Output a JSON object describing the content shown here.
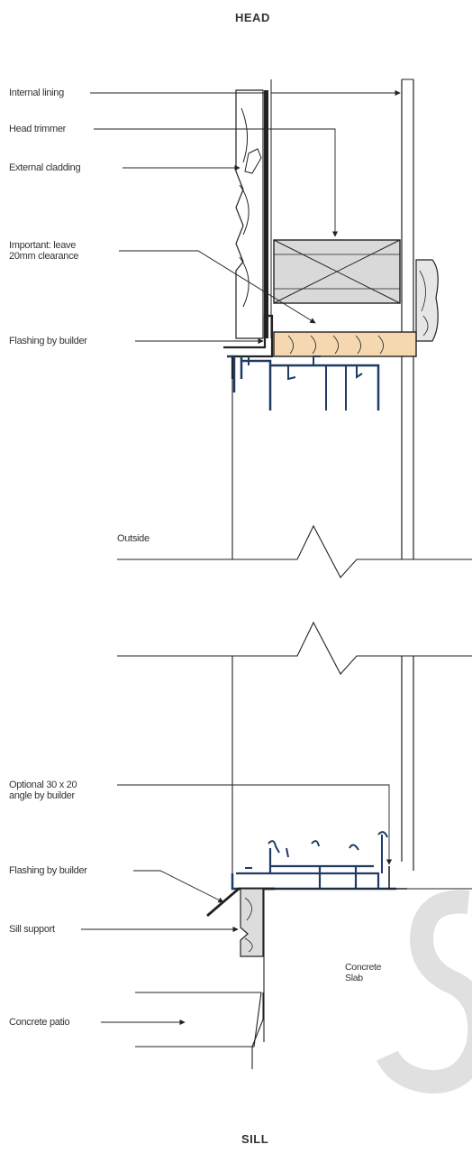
{
  "head_title": "HEAD",
  "sill_title": "SILL",
  "labels": {
    "internal_lining": "Internal lining",
    "head_trimmer": "Head trimmer",
    "external_cladding": "External cladding",
    "important": "Important: leave\n20mm clearance",
    "flashing_head": "Flashing by builder",
    "outside": "Outside",
    "optional_angle": "Optional 30 x 20\nangle by builder",
    "flashing_sill": "Flashing by builder",
    "sill_support": "Sill support",
    "concrete_patio": "Concrete patio",
    "concrete_slab": "Concrete\nSlab"
  },
  "watermark": "SA",
  "colors": {
    "line": "#222222",
    "trimmer_fill": "#d9d9d9",
    "timber_fill": "#f5d7b0",
    "frame_blue": "#1f3b63",
    "support_fill": "#dcdcdc",
    "watermark": "#cccccc"
  }
}
